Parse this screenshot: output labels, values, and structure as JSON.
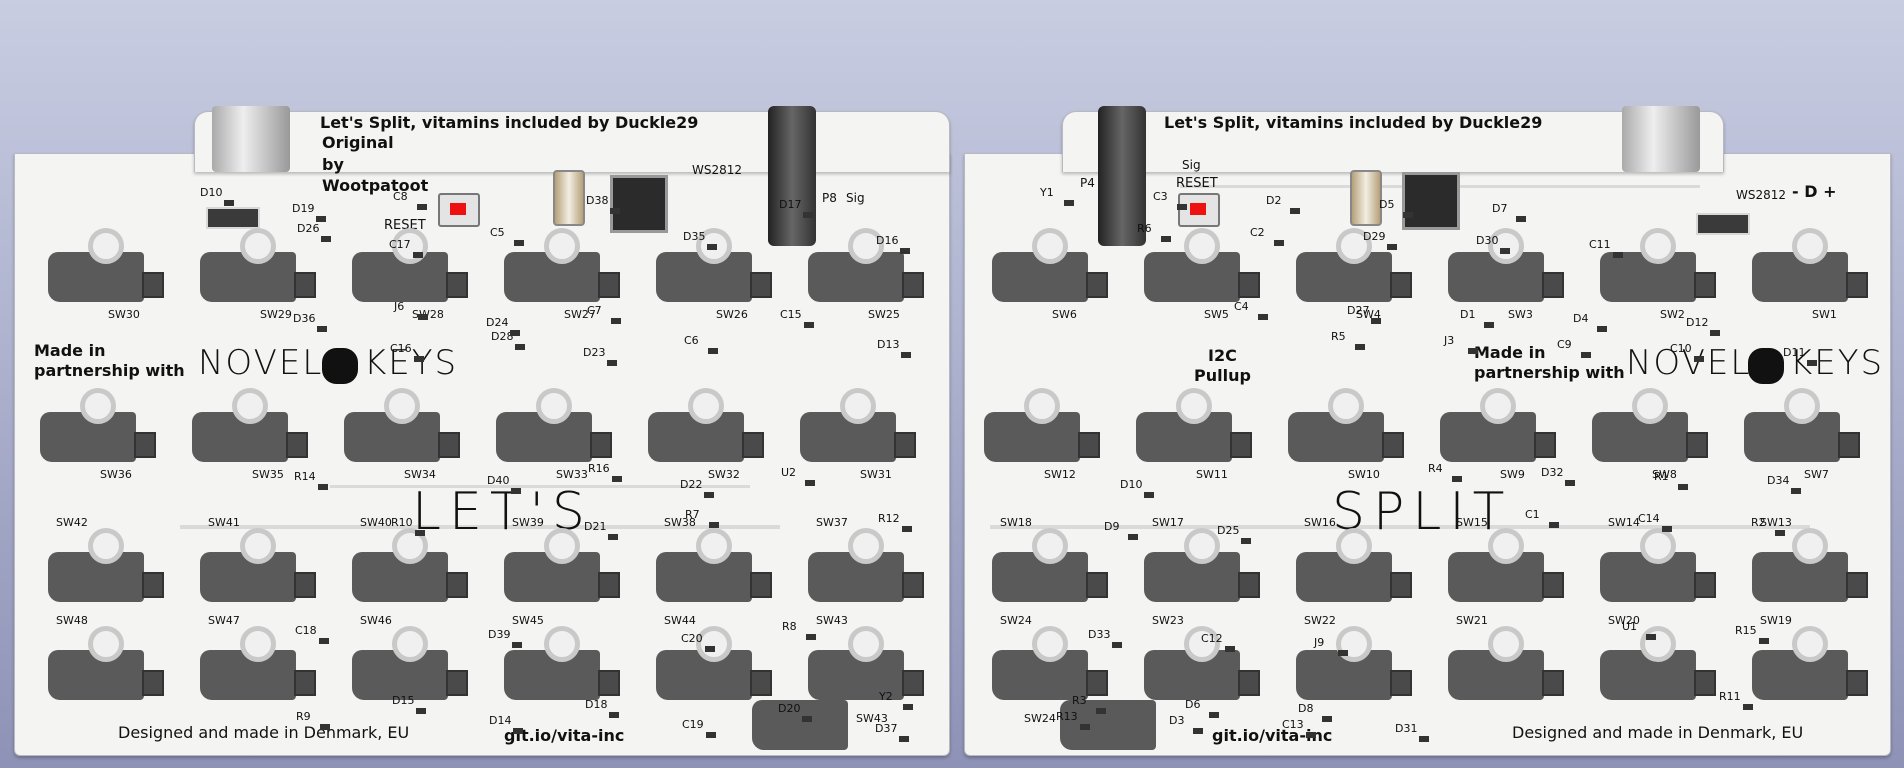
{
  "left": {
    "title": "Let's Split, vitamins included by Duckle29",
    "credit": [
      "Original",
      "by",
      "Wootpatoot"
    ],
    "reset_label": "RESET",
    "partner_text": [
      "Made in",
      "partnership with"
    ],
    "logo_left": "NOVEL",
    "logo_right": "KEYS",
    "big_word": "LET'S",
    "footer_left": "Designed and made in Denmark, EU",
    "footer_right": "git.io/vita-inc",
    "connector_label": "P8",
    "sig_label": "Sig",
    "ws_label": "WS2812",
    "switch_labels": [
      "SW30",
      "SW29",
      "SW28",
      "SW27",
      "SW26",
      "SW25",
      "SW36",
      "SW35",
      "SW34",
      "SW33",
      "SW32",
      "SW31",
      "SW42",
      "SW41",
      "SW40",
      "SW39",
      "SW38",
      "SW37",
      "SW48",
      "SW47",
      "SW46",
      "SW45",
      "SW44",
      "SW43",
      "SW43"
    ],
    "parts": [
      "D10",
      "D26",
      "J6",
      "D28",
      "R16",
      "R7",
      "R8",
      "Y2",
      "R9",
      "C8",
      "C5",
      "C7",
      "C6",
      "U2",
      "R12",
      "C18",
      "D15",
      "D14",
      "D38",
      "D35",
      "C15",
      "D13",
      "R14",
      "R10",
      "D39",
      "D18",
      "C19",
      "D17",
      "D16",
      "D36",
      "C16",
      "D40",
      "D21",
      "C20",
      "D20",
      "D37",
      "D19",
      "C17",
      "D24",
      "D23",
      "D22"
    ]
  },
  "right": {
    "title": "Let's Split, vitamins included by Duckle29",
    "reset_label": "RESET",
    "pullup_label": [
      "I2C",
      "Pullup"
    ],
    "partner_text": [
      "Made in",
      "partnership with"
    ],
    "logo_left": "NOVEL",
    "logo_right": "KEYS",
    "big_word": "SPLIT",
    "footer_left": "Designed and made in Denmark, EU",
    "footer_right": "git.io/vita-inc",
    "connector_label": "P4",
    "sig_label": "Sig",
    "ws_label": "WS2812",
    "ws_signs": "- D +",
    "switch_labels": [
      "SW6",
      "SW5",
      "SW4",
      "SW3",
      "SW2",
      "SW1",
      "SW12",
      "SW11",
      "SW10",
      "SW9",
      "SW8",
      "SW7",
      "SW18",
      "SW17",
      "SW16",
      "SW15",
      "SW14",
      "SW13",
      "SW24",
      "SW23",
      "SW22",
      "SW21",
      "SW20",
      "SW19",
      "SW24"
    ],
    "parts": [
      "Y1",
      "R6",
      "C4",
      "R5",
      "R4",
      "C1",
      "U1",
      "R11",
      "R13",
      "C3",
      "C2",
      "D27",
      "J3",
      "D32",
      "C14",
      "R15",
      "R3",
      "D3",
      "D2",
      "D29",
      "D1",
      "C9",
      "R1",
      "R2",
      "D33",
      "D6",
      "C13",
      "D5",
      "D30",
      "D4",
      "C10",
      "D34",
      "D9",
      "C12",
      "D8",
      "D31",
      "D7",
      "C11",
      "D12",
      "D11",
      "D10",
      "D25",
      "J9"
    ]
  }
}
